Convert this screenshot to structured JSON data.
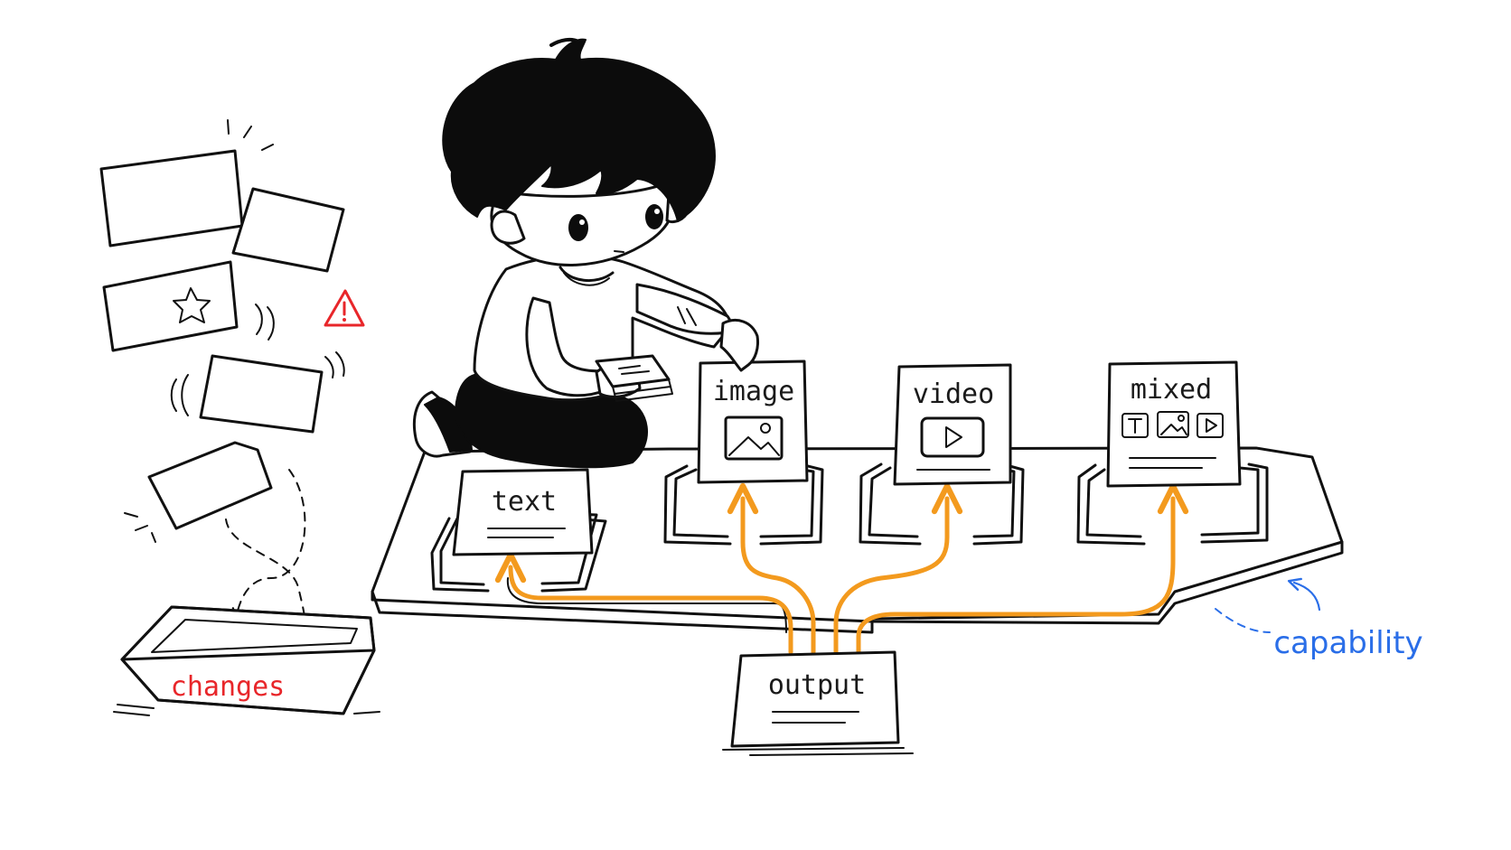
{
  "colors": {
    "ink": "#111111",
    "flow": "#f39a1e",
    "alert": "#e8262a",
    "accent": "#2a6ee8"
  },
  "icons": [
    "star-icon",
    "warning-icon",
    "picture-icon",
    "play-icon",
    "text-icon"
  ],
  "slots": {
    "text": "text",
    "image": "image",
    "video": "video",
    "mixed": "mixed"
  },
  "output_label": "output",
  "bin_label": "changes",
  "board_label": "capability"
}
